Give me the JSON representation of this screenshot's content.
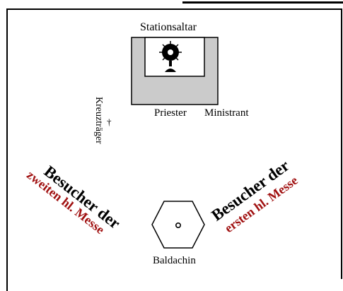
{
  "labels": {
    "altar": "Stationsaltar",
    "priest": "Priester",
    "ministrant": "Ministrant",
    "cross_bearer": "Kreuzträger",
    "canopy": "Baldachin"
  },
  "left_group": {
    "line1": "Besucher der",
    "line2": "zweiten hl. Messe"
  },
  "right_group": {
    "line1": "Besucher der",
    "line2": "ersten hl. Messe"
  },
  "colors": {
    "accent_red": "#a01010",
    "altar_gray": "#cbcbcb",
    "ink": "#000000"
  },
  "icons": {
    "monstrance": "monstrance-icon",
    "cross": "cross-icon"
  }
}
